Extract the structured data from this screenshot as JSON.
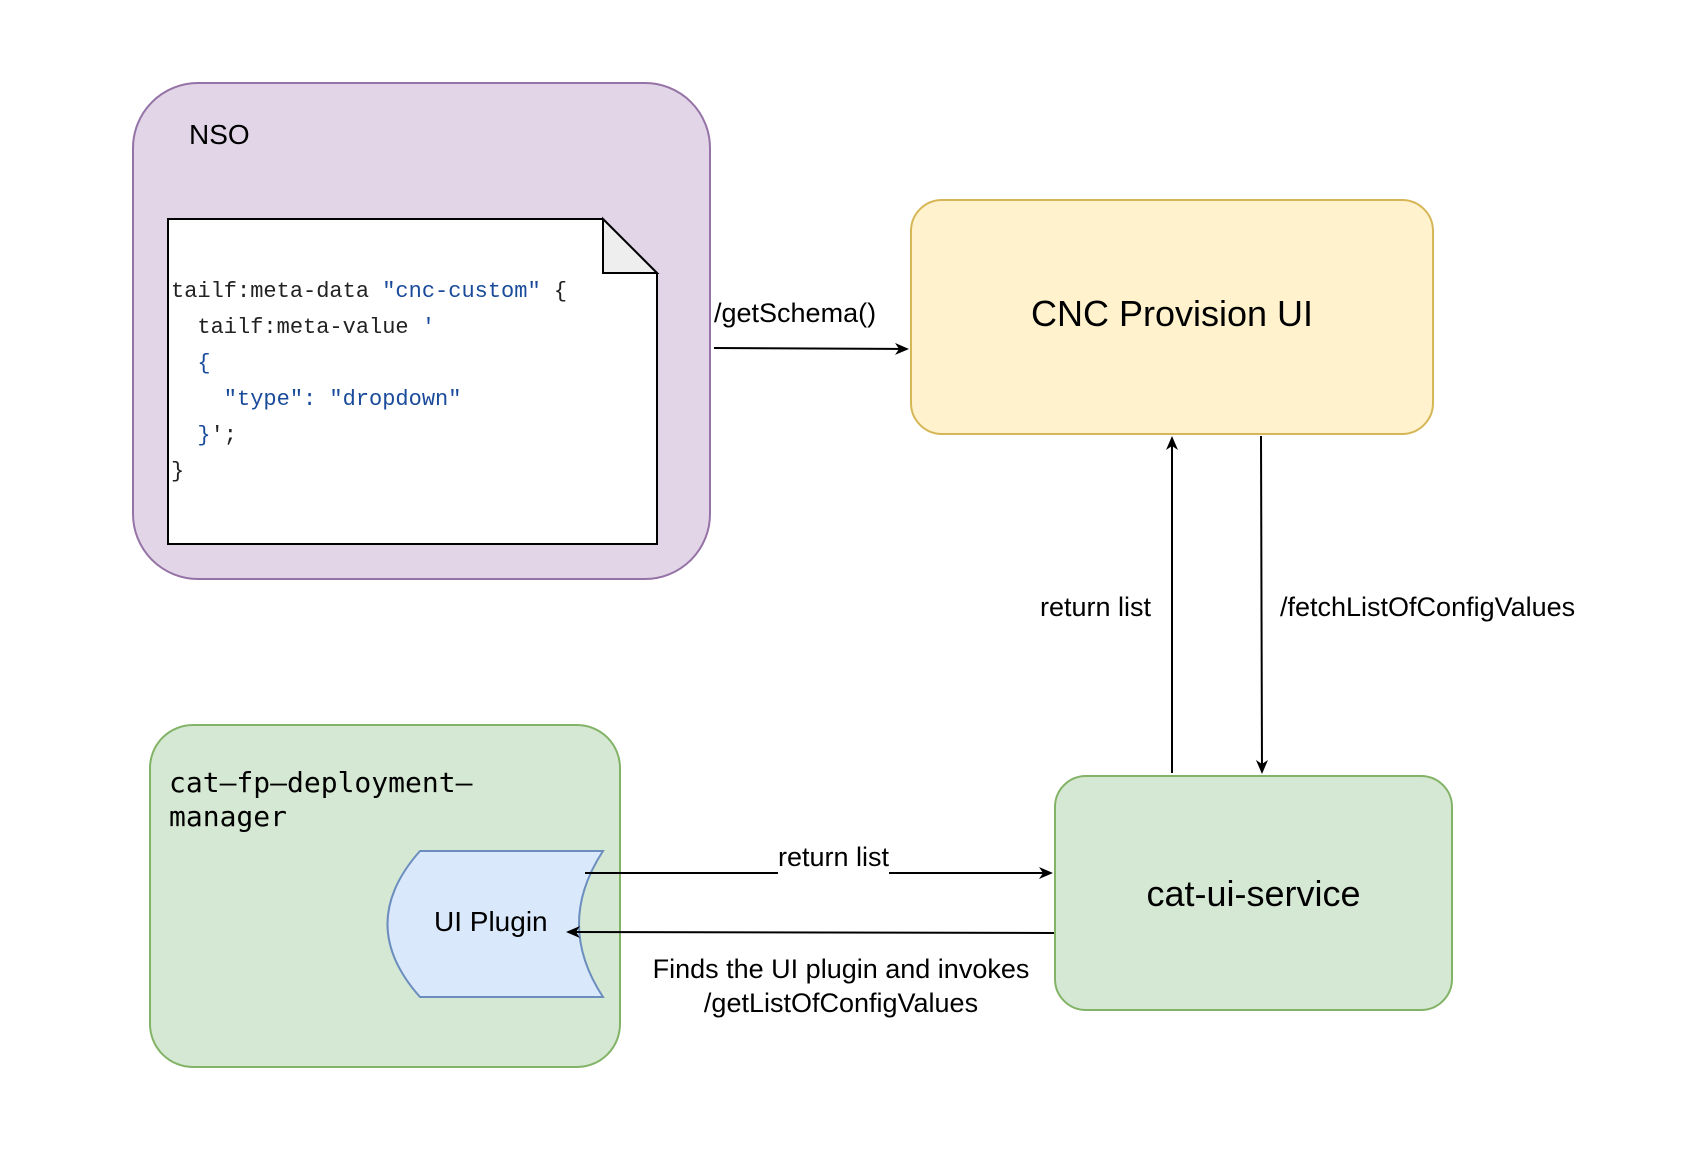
{
  "nodes": {
    "nso": {
      "title": "NSO"
    },
    "cnc_provision_ui": {
      "title": "CNC Provision UI"
    },
    "deployment_manager": {
      "title": "cat–fp–deployment–\nmanager"
    },
    "ui_plugin": {
      "title": "UI Plugin"
    },
    "cat_ui_service": {
      "title": "cat-ui-service"
    }
  },
  "code_note": {
    "lines": [
      [
        {
          "t": "tailf:meta-data ",
          "c": "plain"
        },
        {
          "t": "\"cnc-custom\"",
          "c": "str"
        },
        {
          "t": " {",
          "c": "plain"
        }
      ],
      [
        {
          "t": "  tailf:meta-value ",
          "c": "plain"
        },
        {
          "t": "'",
          "c": "str"
        }
      ],
      [
        {
          "t": "  {",
          "c": "punc"
        }
      ],
      [
        {
          "t": "    \"type\": \"dropdown\"",
          "c": "str"
        }
      ],
      [
        {
          "t": "  }",
          "c": "punc"
        },
        {
          "t": "';",
          "c": "plain"
        }
      ],
      [
        {
          "t": "}",
          "c": "plain"
        }
      ]
    ]
  },
  "edges": {
    "get_schema": "/getSchema()",
    "return_list_up": "return list",
    "fetch_list": "/fetchListOfConfigValues",
    "return_list": "return list",
    "finds_plugin": "Finds the UI plugin and invokes /getListOfConfigValues"
  },
  "colors": {
    "nso_fill": "#e1d5e7",
    "nso_stroke": "#9673a6",
    "cnc_fill": "#fff2cc",
    "cnc_stroke": "#d6b656",
    "green_fill": "#d5e8d4",
    "green_stroke": "#82b366",
    "plugin_fill": "#dae8fc",
    "plugin_stroke": "#6c8ebf"
  }
}
